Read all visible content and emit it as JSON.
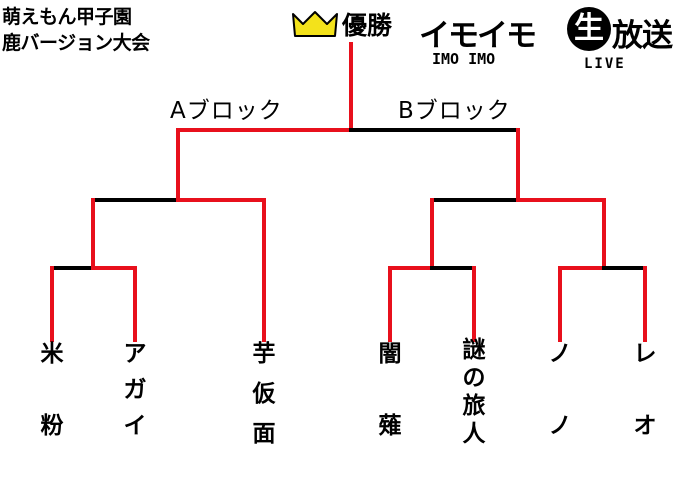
{
  "header": {
    "title_line1": "萌えもん甲子園",
    "title_line2": "鹿バージョン大会",
    "champion_label": "優勝",
    "block_a": "Aブロック",
    "block_b": "Bブロック"
  },
  "logo": {
    "main": "イモイモ",
    "circle": "生",
    "kanji": "放送",
    "sub": "IMO IMO",
    "live": "LIVE"
  },
  "entrants": [
    {
      "lines": [
        "米",
        "粉"
      ]
    },
    {
      "lines": [
        "ア",
        "ガ",
        "イ"
      ]
    },
    {
      "lines": [
        "芋",
        "仮",
        "面"
      ]
    },
    {
      "lines": [
        "闇",
        "薙"
      ]
    },
    {
      "lines": [
        "謎",
        "の",
        "旅",
        "人"
      ]
    },
    {
      "lines": [
        "ノ",
        "ノ"
      ]
    },
    {
      "lines": [
        "レ",
        "オ"
      ]
    }
  ],
  "colors": {
    "winner_line": "#e8101c",
    "loser_line": "#000000",
    "crown": "#f3e21b"
  }
}
